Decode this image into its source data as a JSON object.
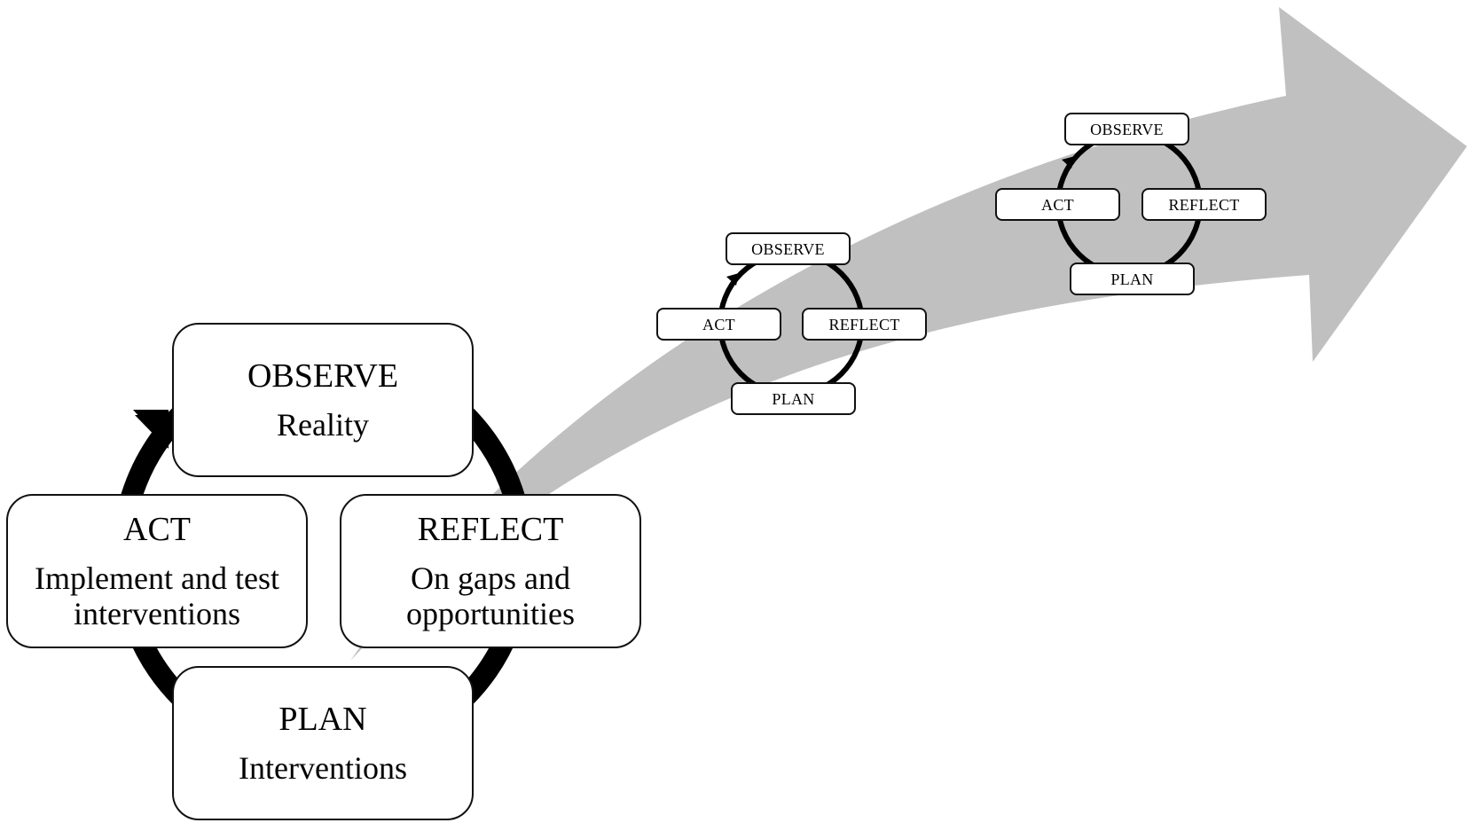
{
  "colors": {
    "arrow_fill": "#c0c0c0",
    "cycle_stroke": "#000000",
    "box_border": "#111111"
  },
  "main_cycle": {
    "observe": {
      "title": "OBSERVE",
      "desc": "Reality"
    },
    "reflect": {
      "title": "REFLECT",
      "desc_line1": "On gaps and",
      "desc_line2": "opportunities"
    },
    "plan": {
      "title": "PLAN",
      "desc": "Interventions"
    },
    "act": {
      "title": "ACT",
      "desc_line1": "Implement and test",
      "desc_line2": "interventions"
    }
  },
  "cycle_2": {
    "observe": "OBSERVE",
    "reflect": "REFLECT",
    "plan": "PLAN",
    "act": "ACT"
  },
  "cycle_3": {
    "observe": "OBSERVE",
    "reflect": "REFLECT",
    "plan": "PLAN",
    "act": "ACT"
  }
}
